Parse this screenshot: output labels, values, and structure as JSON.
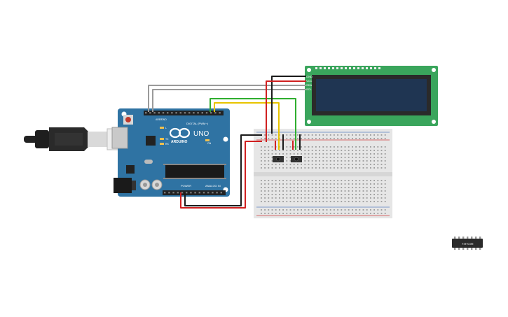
{
  "arduino": {
    "brand": "ARDUINO",
    "model": "UNO",
    "digital_label": "DIGITAL (PWM~)",
    "power_label": "POWER",
    "analog_label": "ANALOG IN",
    "aref": "AREF",
    "gnd": "GND",
    "on_label": "ON",
    "tx_label": "TX",
    "rx_label": "RX",
    "l_label": "L"
  },
  "lcd": {
    "pins": [
      "GND",
      "VCC",
      "SDA",
      "SCL"
    ]
  },
  "ic": {
    "label": "74HC08"
  },
  "colors": {
    "arduino_board": "#2f73a3",
    "lcd_pcb": "#3aa55c",
    "lcd_screen": "#1f3552",
    "breadboard": "#e6e6e6",
    "wire_red": "#d02020",
    "wire_black": "#1a1a1a",
    "wire_yellow": "#e8c400",
    "wire_green": "#2fae2f",
    "wire_gray": "#9a9a9a"
  },
  "icons": [
    "usb-cable-icon",
    "power-jack-icon",
    "reset-button-icon",
    "push-button-icon"
  ]
}
